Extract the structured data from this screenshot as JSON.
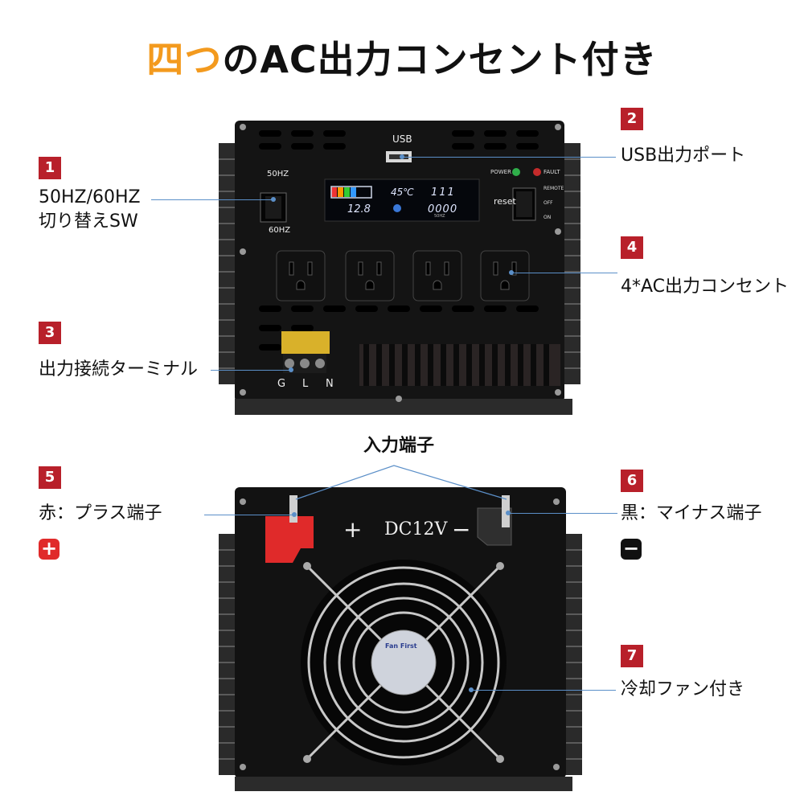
{
  "title": {
    "accent": "四つ",
    "rest": "のAC出力コンセント付き"
  },
  "callouts": [
    {
      "num": "1",
      "line1": "50HZ/60HZ",
      "line2": "切り替えSW"
    },
    {
      "num": "2",
      "line1": "USB出力ポート"
    },
    {
      "num": "3",
      "line1": "出力接続ターミナル"
    },
    {
      "num": "4",
      "line1": "4*AC出力コンセント"
    },
    {
      "num": "5",
      "line1": "赤：プラス端子"
    },
    {
      "num": "6",
      "line1": "黒：マイナス端子"
    },
    {
      "num": "7",
      "line1": "冷却ファン付き"
    }
  ],
  "input_label": "入力端子",
  "plus_badge": "+",
  "minus_badge": "−",
  "front": {
    "usb": "USB",
    "hz50": "50HZ",
    "hz60": "60HZ",
    "power": "POWER",
    "fault": "FAULT",
    "reset": "reset",
    "remote": "REMOTE",
    "off": "OFF",
    "on": "ON",
    "lcd_temp": "45℃",
    "lcd_input": "12.8",
    "lcd_output_v": "111",
    "lcd_output_w": "0000",
    "lcd_hz": "50HZ",
    "term_g": "G",
    "term_l": "L",
    "term_n": "N"
  },
  "back": {
    "dc": "DC12V",
    "plus": "+",
    "minus": "−",
    "fan_label": "Fan First"
  },
  "colors": {
    "accent": "#f39a1e",
    "badge": "#b8202a",
    "leader": "#5b8fc8"
  }
}
